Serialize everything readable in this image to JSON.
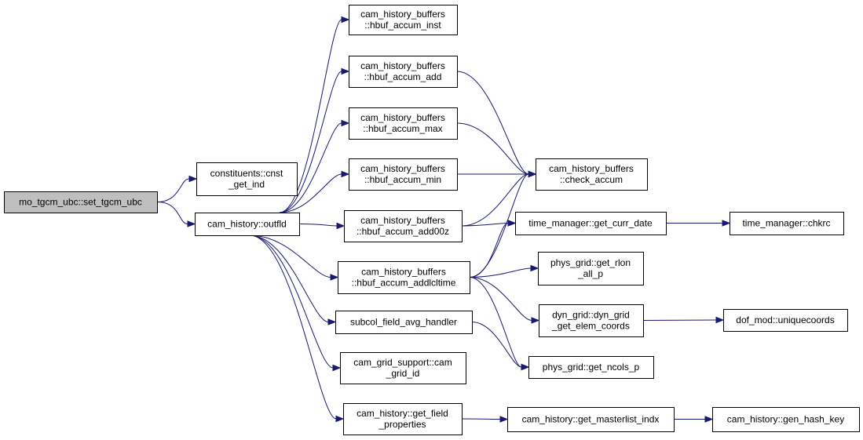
{
  "graph": {
    "edge_color": "#191970",
    "root_fill": "#bfbfbf",
    "nodes": [
      {
        "id": "set_tgcm_ubc",
        "lines": [
          "mo_tgcm_ubc::set_tgcm_ubc"
        ],
        "root": true
      },
      {
        "id": "cnst_get_ind",
        "lines": [
          "constituents::cnst",
          "_get_ind"
        ]
      },
      {
        "id": "outfld",
        "lines": [
          "cam_history::outfld"
        ]
      },
      {
        "id": "hbuf_accum_inst",
        "lines": [
          "cam_history_buffers",
          "::hbuf_accum_inst"
        ]
      },
      {
        "id": "hbuf_accum_add",
        "lines": [
          "cam_history_buffers",
          "::hbuf_accum_add"
        ]
      },
      {
        "id": "hbuf_accum_max",
        "lines": [
          "cam_history_buffers",
          "::hbuf_accum_max"
        ]
      },
      {
        "id": "hbuf_accum_min",
        "lines": [
          "cam_history_buffers",
          "::hbuf_accum_min"
        ]
      },
      {
        "id": "hbuf_accum_add00z",
        "lines": [
          "cam_history_buffers",
          "::hbuf_accum_add00z"
        ]
      },
      {
        "id": "hbuf_accum_addlcltime",
        "lines": [
          "cam_history_buffers",
          "::hbuf_accum_addlcltime"
        ]
      },
      {
        "id": "subcol_field_avg_handler",
        "lines": [
          "subcol_field_avg_handler"
        ]
      },
      {
        "id": "cam_grid_id",
        "lines": [
          "cam_grid_support::cam",
          "_grid_id"
        ]
      },
      {
        "id": "get_field_properties",
        "lines": [
          "cam_history::get_field",
          "_properties"
        ]
      },
      {
        "id": "check_accum",
        "lines": [
          "cam_history_buffers",
          "::check_accum"
        ]
      },
      {
        "id": "get_curr_date",
        "lines": [
          "time_manager::get_curr_date"
        ]
      },
      {
        "id": "get_rlon_all_p",
        "lines": [
          "phys_grid::get_rlon",
          "_all_p"
        ]
      },
      {
        "id": "dyn_grid_get_elem_coords",
        "lines": [
          "dyn_grid::dyn_grid",
          "_get_elem_coords"
        ]
      },
      {
        "id": "get_ncols_p",
        "lines": [
          "phys_grid::get_ncols_p"
        ]
      },
      {
        "id": "get_masterlist_indx",
        "lines": [
          "cam_history::get_masterlist_indx"
        ]
      },
      {
        "id": "chkrc",
        "lines": [
          "time_manager::chkrc"
        ]
      },
      {
        "id": "uniquecoords",
        "lines": [
          "dof_mod::uniquecoords"
        ]
      },
      {
        "id": "gen_hash_key",
        "lines": [
          "cam_history::gen_hash_key"
        ]
      }
    ],
    "edges": [
      [
        "set_tgcm_ubc",
        "cnst_get_ind"
      ],
      [
        "set_tgcm_ubc",
        "outfld"
      ],
      [
        "outfld",
        "hbuf_accum_inst"
      ],
      [
        "outfld",
        "hbuf_accum_add"
      ],
      [
        "outfld",
        "hbuf_accum_max"
      ],
      [
        "outfld",
        "hbuf_accum_min"
      ],
      [
        "outfld",
        "hbuf_accum_add00z"
      ],
      [
        "outfld",
        "hbuf_accum_addlcltime"
      ],
      [
        "outfld",
        "subcol_field_avg_handler"
      ],
      [
        "outfld",
        "cam_grid_id"
      ],
      [
        "outfld",
        "get_field_properties"
      ],
      [
        "hbuf_accum_add",
        "check_accum"
      ],
      [
        "hbuf_accum_max",
        "check_accum"
      ],
      [
        "hbuf_accum_min",
        "check_accum"
      ],
      [
        "hbuf_accum_add00z",
        "check_accum"
      ],
      [
        "hbuf_accum_add00z",
        "get_curr_date"
      ],
      [
        "hbuf_accum_addlcltime",
        "check_accum"
      ],
      [
        "hbuf_accum_addlcltime",
        "get_curr_date"
      ],
      [
        "hbuf_accum_addlcltime",
        "get_rlon_all_p"
      ],
      [
        "hbuf_accum_addlcltime",
        "dyn_grid_get_elem_coords"
      ],
      [
        "hbuf_accum_addlcltime",
        "get_ncols_p"
      ],
      [
        "subcol_field_avg_handler",
        "get_ncols_p"
      ],
      [
        "get_field_properties",
        "get_masterlist_indx"
      ],
      [
        "get_curr_date",
        "chkrc"
      ],
      [
        "dyn_grid_get_elem_coords",
        "uniquecoords"
      ],
      [
        "get_masterlist_indx",
        "gen_hash_key"
      ]
    ]
  }
}
